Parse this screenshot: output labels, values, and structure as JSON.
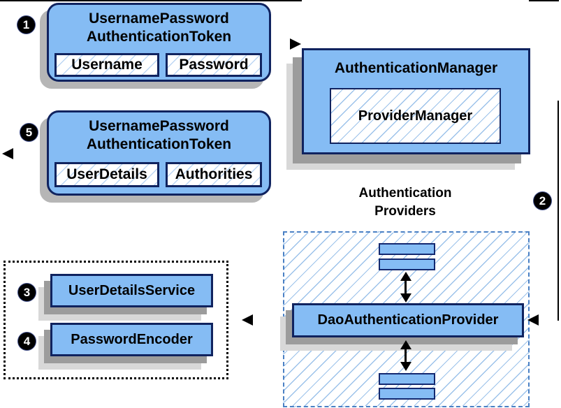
{
  "steps": {
    "s1": "1",
    "s2": "2",
    "s3": "3",
    "s4": "4",
    "s5": "5"
  },
  "token_request": {
    "title_line1": "UsernamePassword",
    "title_line2": "AuthenticationToken",
    "fields": [
      "Username",
      "Password"
    ]
  },
  "token_response": {
    "title_line1": "UsernamePassword",
    "title_line2": "AuthenticationToken",
    "fields": [
      "UserDetails",
      "Authorities"
    ]
  },
  "authentication_manager": {
    "title": "AuthenticationManager",
    "implementation": "ProviderManager"
  },
  "authentication_providers": {
    "heading_line1": "Authentication",
    "heading_line2": "Providers",
    "provider": "DaoAuthenticationProvider"
  },
  "dao_dependencies": {
    "items": [
      "UserDetailsService",
      "PasswordEncoder"
    ]
  },
  "colors": {
    "box_fill": "#85bcf4",
    "box_border": "#10235f",
    "hatch_light": "#bcd6f4",
    "hatch_strong": "#9cc2ea",
    "dashed_border": "#4a80c4",
    "shadow_dark": "#9c9c9c",
    "shadow_light": "#d8d8d8",
    "shadow_round": "#b6b6b6",
    "line_color": "#000000"
  }
}
